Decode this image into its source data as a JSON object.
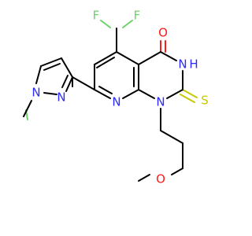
{
  "atoms": {
    "f1": "F",
    "f2": "F",
    "o1": "O",
    "n3": "N",
    "h3": "H",
    "s": "S",
    "n8": "N",
    "n1": "N",
    "o_ether": "O",
    "n_pyr1": "N",
    "n_pyr2": "N"
  },
  "colors": {
    "carbon": "#000000",
    "fluorine": "#6bd36b",
    "oxygen": "#ff1a1a",
    "nitrogen": "#2b2bff",
    "sulfur": "#c8c800"
  }
}
